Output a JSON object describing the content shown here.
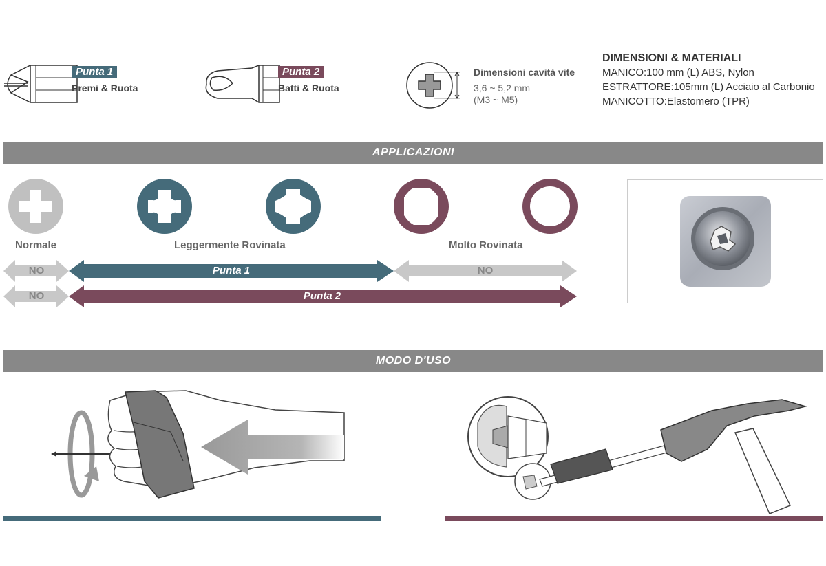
{
  "colors": {
    "teal": "#456b7a",
    "plum": "#7a4a5c",
    "grey": "#888888",
    "light_grey": "#c8c8c8"
  },
  "tips": [
    {
      "tag": "Punta 1",
      "desc": "Premi & Ruota"
    },
    {
      "tag": "Punta 2",
      "desc": "Batti & Ruota"
    }
  ],
  "screw_size": {
    "title": "Dimensioni cavità vite",
    "range": "3,6 ~ 5,2 mm",
    "thread": "(M3 ~ M5)"
  },
  "specs": {
    "title": "DIMENSIONI & MATERIALI",
    "lines": [
      "MANICO:100 mm (L) ABS, Nylon",
      "ESTRATTORE:105mm (L) Acciaio al Carbonio",
      "MANICOTTO:Elastomero (TPR)"
    ]
  },
  "applications": {
    "title": "APPLICAZIONI",
    "conditions": [
      "Normale",
      "Leggermente Rovinata",
      "Molto Rovinata"
    ],
    "row1": {
      "no_left": "NO",
      "main": "Punta 1",
      "no_right": "NO"
    },
    "row2": {
      "no_left": "NO",
      "main": "Punta 2"
    }
  },
  "usage": {
    "title": "MODO D'USO"
  }
}
